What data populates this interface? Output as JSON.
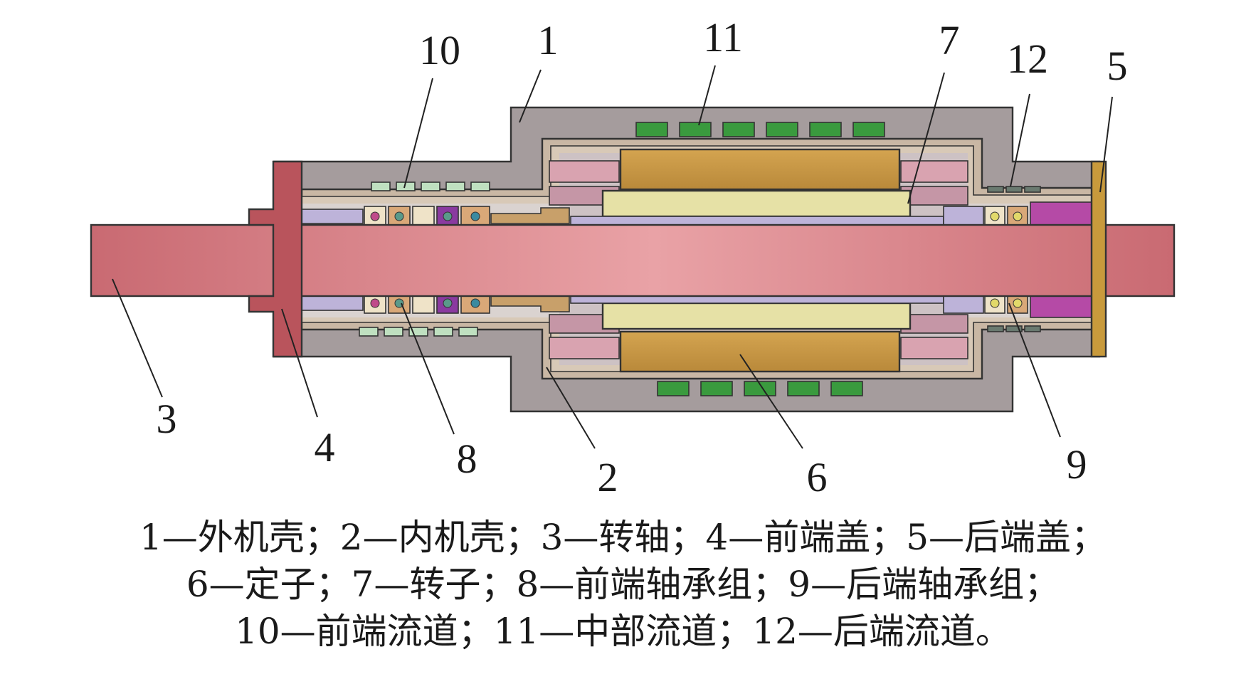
{
  "labels": {
    "n1": "1",
    "n2": "2",
    "n3": "3",
    "n4": "4",
    "n5": "5",
    "n6": "6",
    "n7": "7",
    "n8": "8",
    "n9": "9",
    "n10": "10",
    "n11": "11",
    "n12": "12"
  },
  "legend": {
    "line1": "1—外机壳；2—内机壳；3—转轴；4—前端盖；5—后端盖；",
    "line2": "6—定子；7—转子；8—前端轴承组；9—后端轴承组；",
    "line3": "10—前端流道；11—中部流道；12—后端流道。"
  },
  "colors": {
    "outer_housing": "#a59c9d",
    "inner_housing": "#c9b7a4",
    "shaft": "#d9848a",
    "front_cover": "#b9545c",
    "rear_cover": "#c89a3c",
    "stator": "#c89c48",
    "rotor": "#e6e1a6",
    "sleeve": "#bdb3d9",
    "coil_end": "#d9a3b0",
    "channel_mid": "#3a9a3e",
    "channel_end": "#bfe0c0",
    "bearing_purple": "#8a3aa0",
    "rear_block": "#b54aa6"
  }
}
